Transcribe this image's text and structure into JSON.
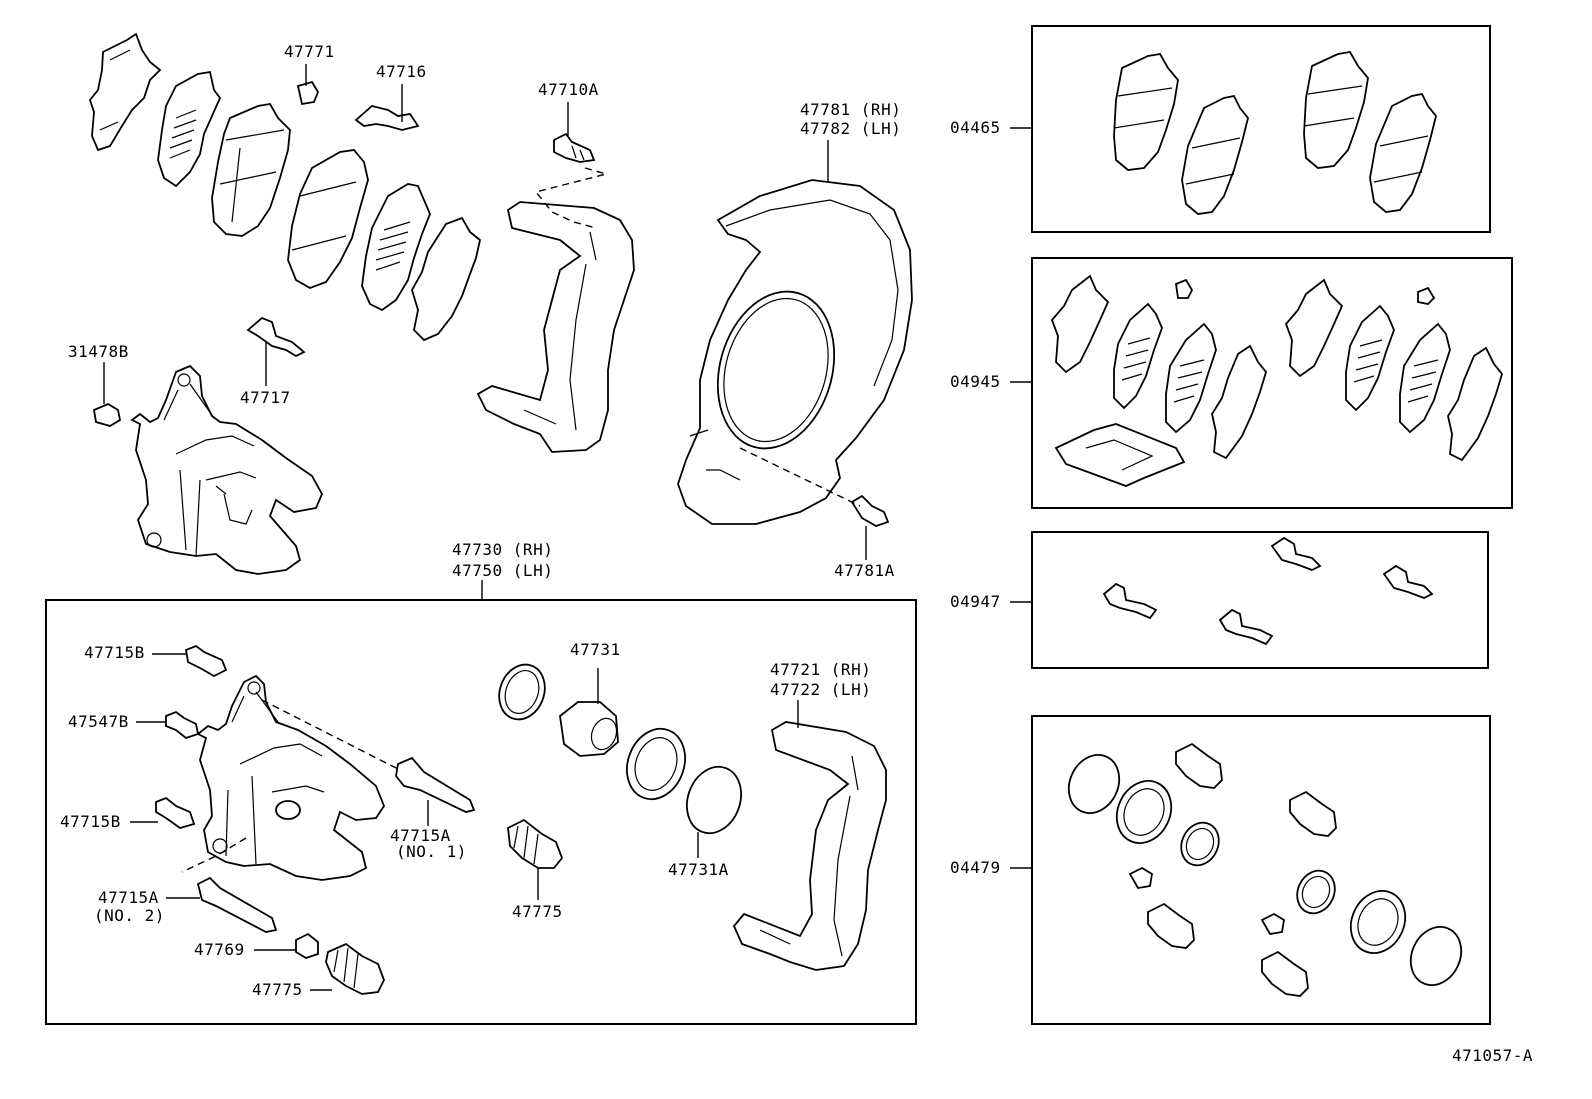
{
  "diagram_id": "471057-A",
  "labels": {
    "p47771": "47771",
    "p47716": "47716",
    "p47710A": "47710A",
    "p47781_rh": "47781 (RH)",
    "p47782_lh": "47782 (LH)",
    "p31478B": "31478B",
    "p47717": "47717",
    "p47781A": "47781A",
    "p47730_rh": "47730 (RH)",
    "p47750_lh": "47750 (LH)",
    "p47715B_top": "47715B",
    "p47547B": "47547B",
    "p47715B_mid": "47715B",
    "p47715A_no1": "47715A",
    "p47715A_no1_note": "(NO. 1)",
    "p47715A_no2": "47715A",
    "p47715A_no2_note": "(NO. 2)",
    "p47769": "47769",
    "p47775_bottom": "47775",
    "p47731": "47731",
    "p47775_mid": "47775",
    "p47731A": "47731A",
    "p47721_rh": "47721 (RH)",
    "p47722_lh": "47722 (LH)",
    "k04465": "04465",
    "k04945": "04945",
    "k04947": "04947",
    "k04479": "04479"
  }
}
